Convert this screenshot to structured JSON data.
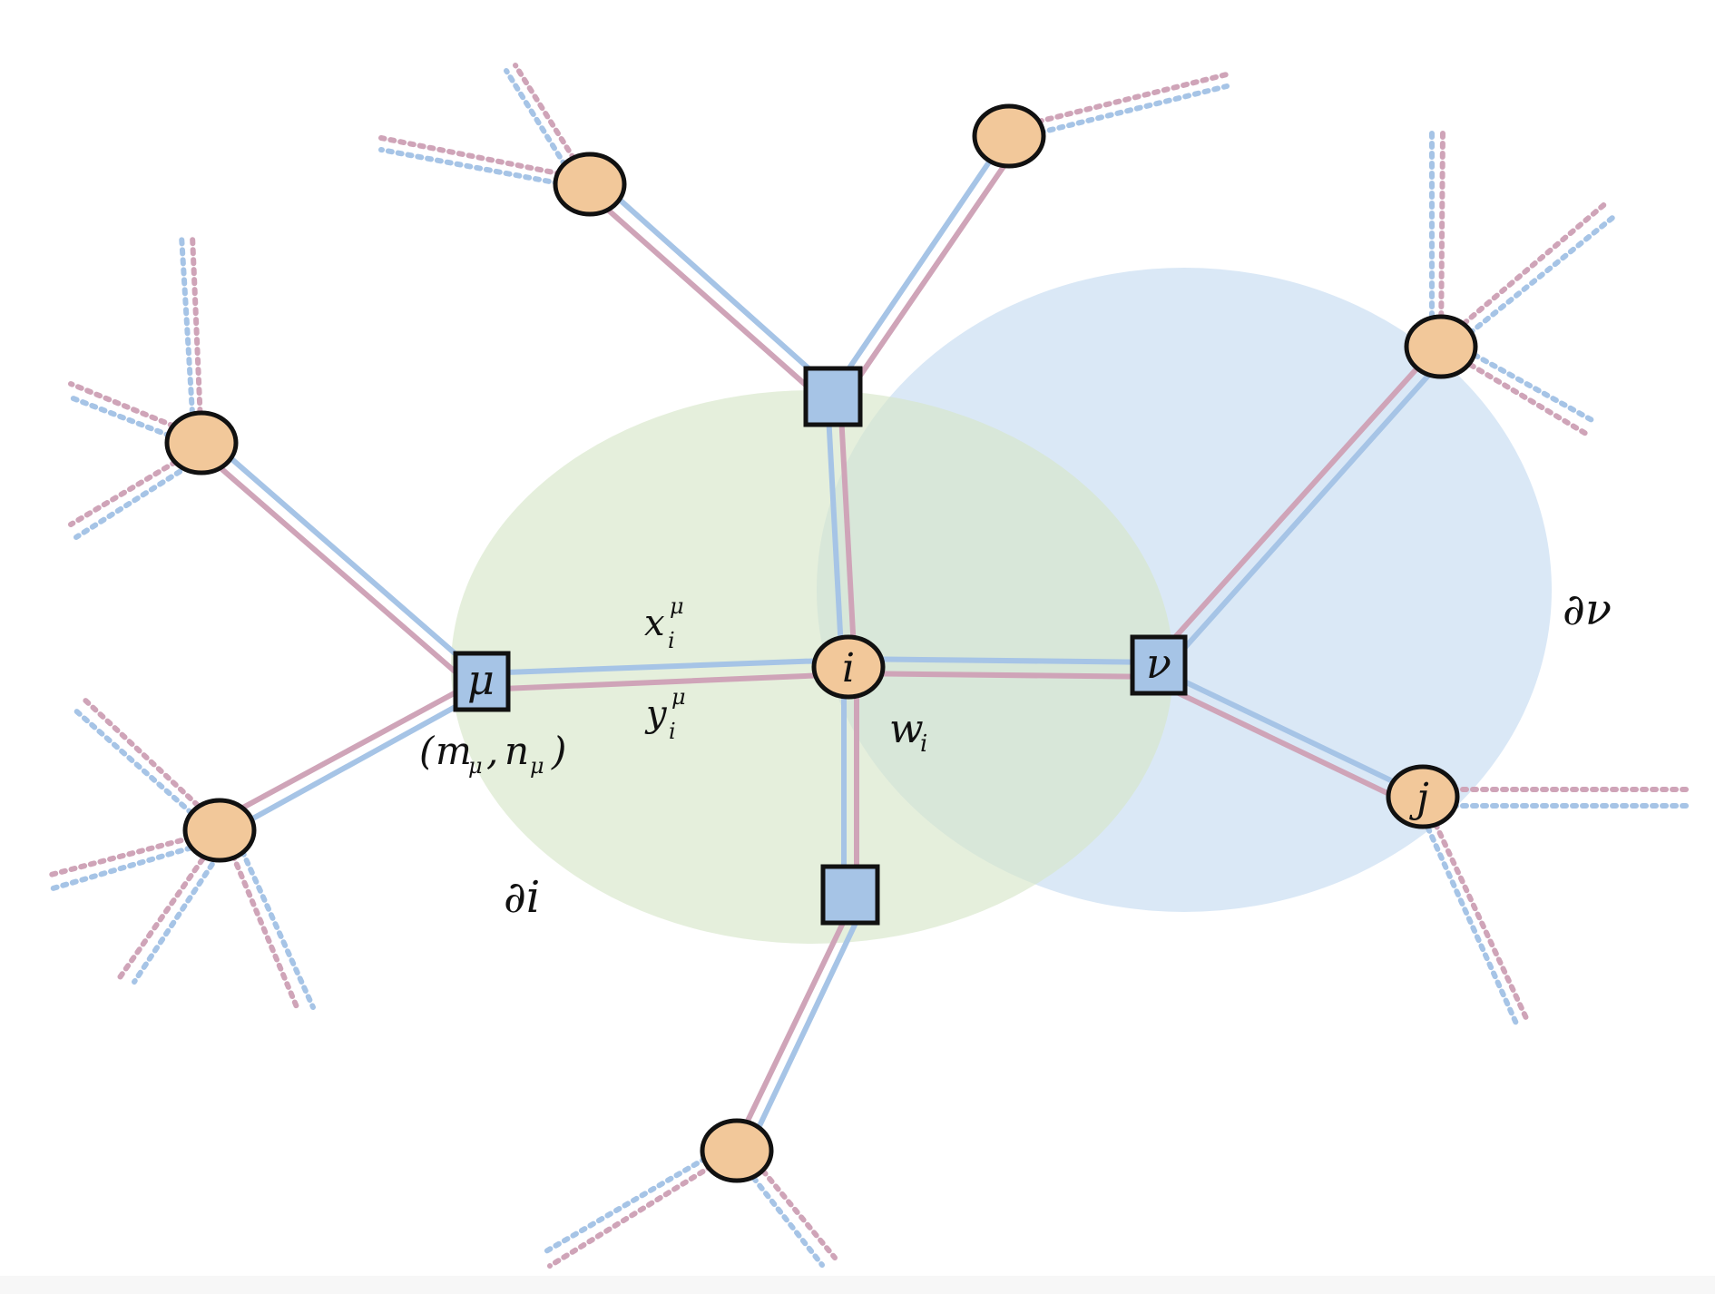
{
  "labels": {
    "mu": "μ",
    "nu": "ν",
    "i": "i",
    "j": "j",
    "x_base": "x",
    "x_sub": "i",
    "x_sup": "μ",
    "y_base": "y",
    "y_sub": "i",
    "y_sup": "μ",
    "w_base": "w",
    "w_sub": "i",
    "pair_open": "(",
    "m_base": "m",
    "m_sub": "μ",
    "comma": ",",
    "n_base": "n",
    "n_sub": "μ",
    "pair_close": ")",
    "partial_i": "∂i",
    "partial_nu": "∂ν"
  },
  "colors": {
    "variable_node": "#f2c89a",
    "factor_node": "#a6c4e6",
    "edge_blue": "#a6c4e6",
    "edge_pink": "#cfa4b8",
    "region_i": "#d7e6c9",
    "region_nu": "#c2d8f0"
  }
}
